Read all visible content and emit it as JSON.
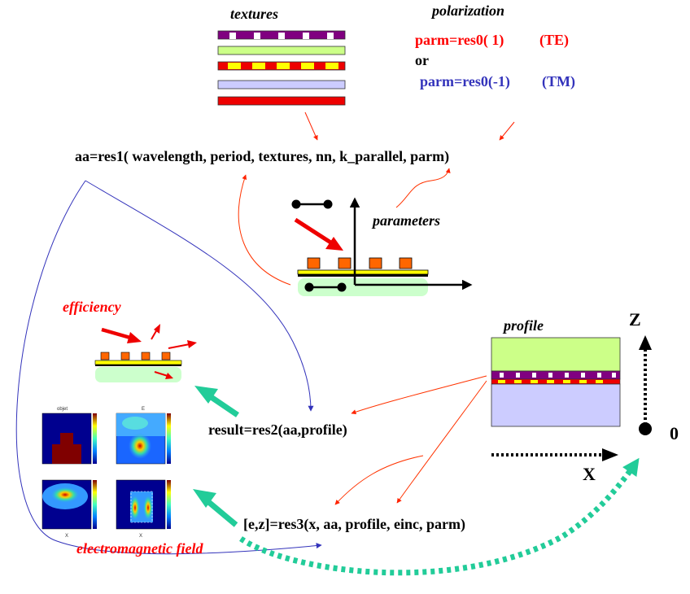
{
  "labels": {
    "textures": "textures",
    "polarization": "polarization",
    "parm_te": "parm=res0( 1)",
    "te": "(TE)",
    "or": "or",
    "parm_tm": "parm=res0(-1)",
    "tm": "(TM)",
    "res1": "aa=res1( wavelength, period, textures, nn, k_parallel, parm)",
    "parameters": "parameters",
    "efficiency": "efficiency",
    "profile": "profile",
    "axis_z": "Z",
    "axis_x": "X",
    "origin": "0",
    "res2": "result=res2(aa,profile)",
    "res3": "[e,z]=res3(x, aa, profile, einc, parm)",
    "em_field": "electromagnetic field"
  },
  "field_panels": {
    "titles": [
      "objet",
      "E",
      "",
      ""
    ],
    "xlabels": [
      "",
      "",
      "X",
      "X"
    ]
  },
  "colors": {
    "red_text": "#ff0000",
    "blue_text": "#3333bb",
    "texture_purple": "#800080",
    "texture_green": "#ccff88",
    "texture_yellow": "#ffff00",
    "texture_red": "#ee0000",
    "texture_lavender": "#ccccff",
    "blue_curve": "#3333bb",
    "red_curve": "#ff3300",
    "teal_arrow": "#22cc99",
    "ridge_orange": "#ff6600",
    "substrate_green": "#ccffcc"
  }
}
